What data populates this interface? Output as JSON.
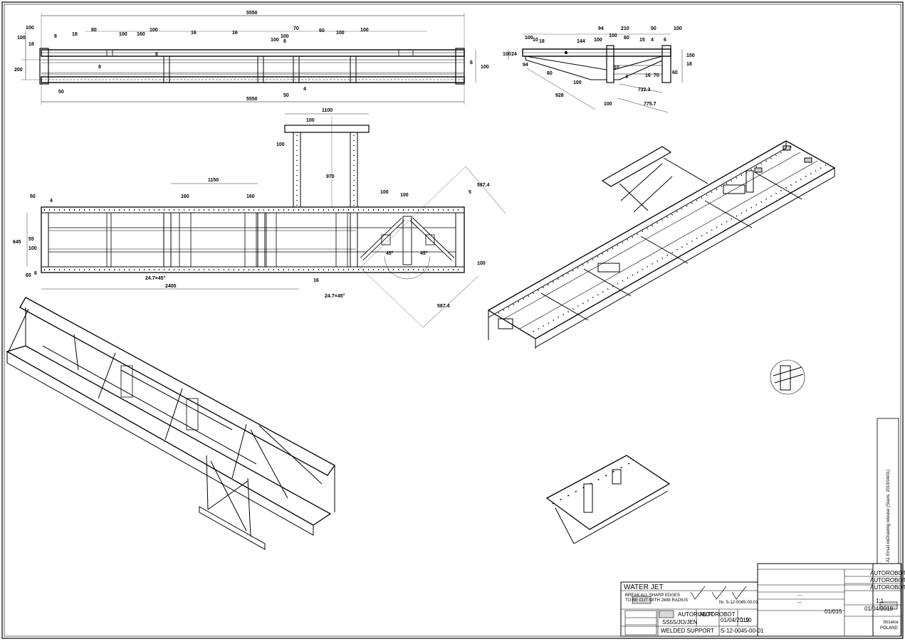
{
  "dimensions": {
    "front": {
      "overall_top": "5550",
      "overall_bottom": "5550",
      "top_row": [
        "100",
        "8",
        "18",
        "80",
        "100",
        "160",
        "100",
        "16",
        "16",
        "100",
        "100",
        "8",
        "70",
        "60",
        "100",
        "100"
      ],
      "left_col": [
        "100",
        "18",
        "200"
      ],
      "misc": [
        "8",
        "8",
        "50",
        "50",
        "4",
        "6",
        "100"
      ]
    },
    "side": {
      "top_row": [
        "100",
        "10",
        "18",
        "100",
        "144",
        "94",
        "100",
        "210",
        "60",
        "15",
        "50",
        "4",
        "6",
        "100"
      ],
      "left": [
        "100",
        "24",
        "94"
      ],
      "right": [
        "150",
        "18"
      ],
      "lower": [
        "60",
        "928",
        "100",
        "100",
        "10",
        "4",
        "16",
        "70",
        "60",
        "722.3",
        "775.7"
      ]
    },
    "plan": {
      "top": [
        "1100",
        "100",
        "100",
        "970",
        "1150",
        "160",
        "160",
        "100",
        "100"
      ],
      "left": [
        "50",
        "4",
        "645",
        "55",
        "100",
        "65",
        "6"
      ],
      "angles": [
        "45°",
        "45°"
      ],
      "diag": [
        "587.4",
        "5",
        "100",
        "587.4"
      ],
      "bottom": [
        "24.7×45°",
        "2400",
        "16",
        "24.7×45°"
      ]
    }
  },
  "title_block": {
    "process": "WATER JET",
    "process_note_1": "BREAK ALL SHARP EDGES",
    "process_note_2": "TO BE CUT WITH 2MM RADIUS",
    "company_1": "AUTOROBOT",
    "company_2": "AUTOROBOT",
    "drawn": "SS55/JO/JEN",
    "date_short": "01/04/2019",
    "scale": "1:10",
    "title": "WELDED SUPPORT",
    "drawing_no": "S-12-0045-00-01",
    "drawing_no_small": "Nr. S-12-0045-00-01",
    "sheet": "01/015",
    "dash_1": "---",
    "dash_2": "---",
    "rev_company_1": "AUTOROBOT",
    "rev_company_2": "AUTOROBOT",
    "rev_company_3": "AUTOROBOT",
    "scale_big": "1:1",
    "release_date": "01/04/2019",
    "city": "Strzelce",
    "country": "POLAND",
    "release_note": "A1 Email.nsDrawing release (Slavis, 2019/04/01)"
  }
}
